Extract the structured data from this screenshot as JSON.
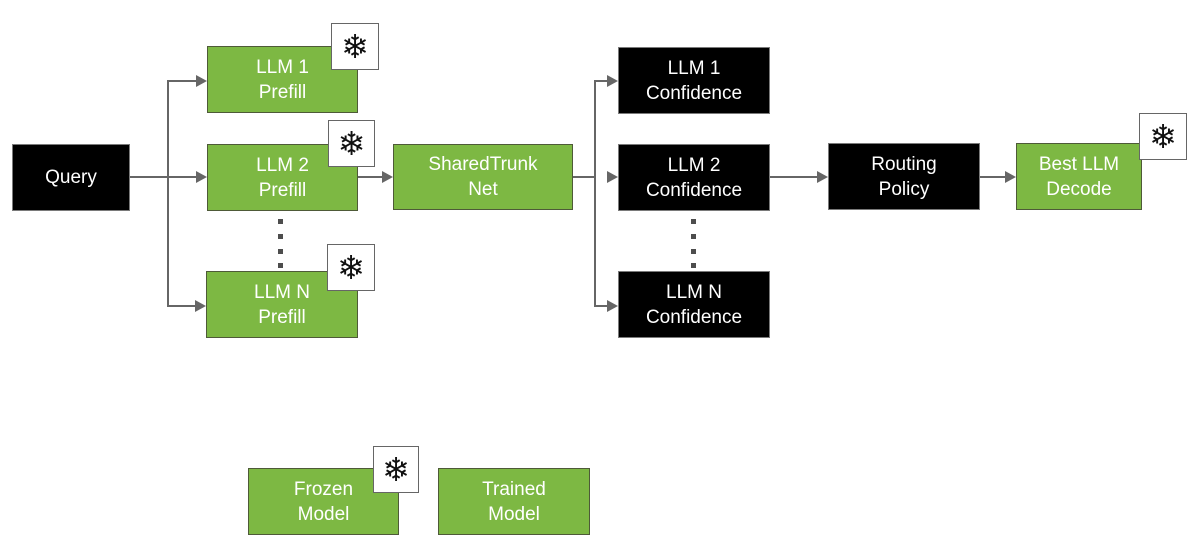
{
  "nodes": {
    "query": {
      "lines": [
        "Query"
      ]
    },
    "llm1_prefill": {
      "lines": [
        "LLM 1",
        "Prefill"
      ]
    },
    "llm2_prefill": {
      "lines": [
        "LLM 2",
        "Prefill"
      ]
    },
    "llmN_prefill": {
      "lines": [
        "LLM N",
        "Prefill"
      ]
    },
    "shared_trunk": {
      "lines": [
        "SharedTrunk",
        "Net"
      ]
    },
    "llm1_confidence": {
      "lines": [
        "LLM 1",
        "Confidence"
      ]
    },
    "llm2_confidence": {
      "lines": [
        "LLM 2",
        "Confidence"
      ]
    },
    "llmN_confidence": {
      "lines": [
        "LLM N",
        "Confidence"
      ]
    },
    "routing_policy": {
      "lines": [
        "Routing",
        "Policy"
      ]
    },
    "best_llm_decode": {
      "lines": [
        "Best LLM",
        "Decode"
      ]
    }
  },
  "legend": {
    "frozen": {
      "lines": [
        "Frozen",
        "Model"
      ]
    },
    "trained": {
      "lines": [
        "Trained",
        "Model"
      ]
    }
  },
  "icons": {
    "snowflake": "❄"
  },
  "colors": {
    "green_fill": "#7db843",
    "green_border": "#4e5a38",
    "black_fill": "#000000",
    "line_gray": "#666666",
    "dot_gray": "#4d4d4d",
    "icon_border": "#666666",
    "text_white": "#ffffff"
  }
}
